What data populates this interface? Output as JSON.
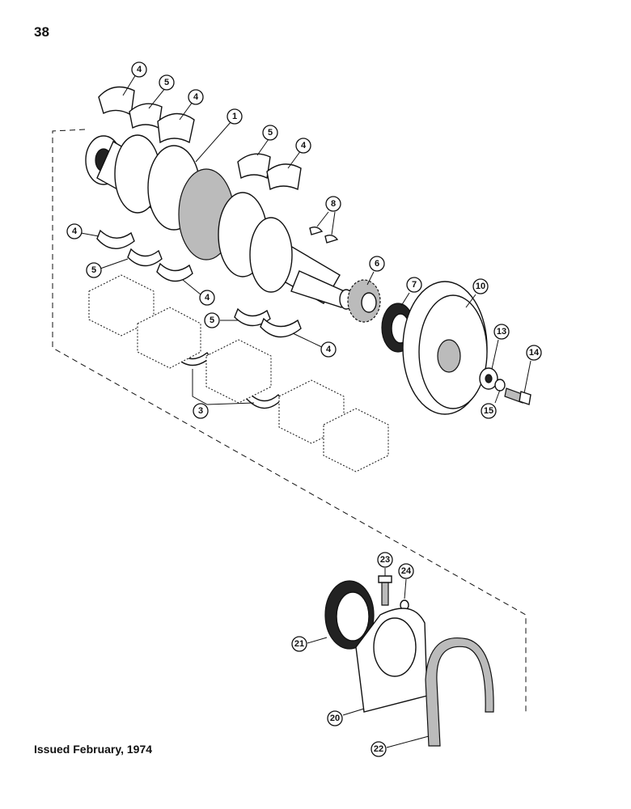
{
  "page": {
    "number": "38",
    "footer": "Issued February, 1974"
  },
  "callouts": {
    "c1": "1",
    "c3": "3",
    "c4": "4",
    "c5": "5",
    "c6": "6",
    "c7": "7",
    "c8": "8",
    "c10": "10",
    "c13": "13",
    "c14": "14",
    "c15": "15",
    "c20": "20",
    "c21": "21",
    "c22": "22",
    "c23": "23",
    "c24": "24"
  }
}
